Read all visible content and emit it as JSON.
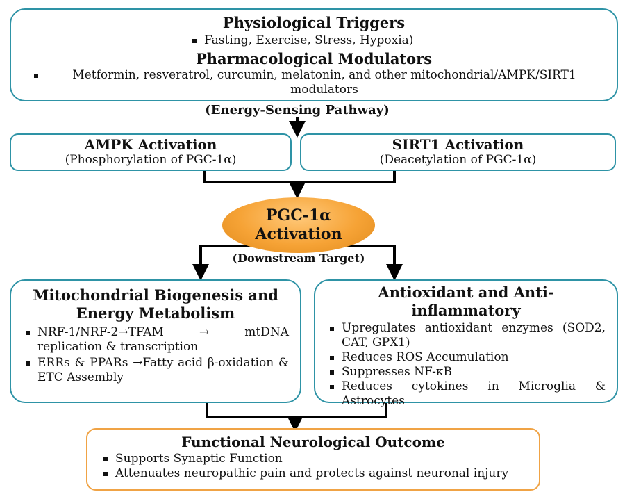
{
  "triggers": {
    "title": "Physiological Triggers",
    "items": [
      "Fasting, Exercise, Stress, Hypoxia)"
    ],
    "mod_title": "Pharmacological Modulators",
    "mod_items": [
      "Metformin, resveratrol, curcumin, melatonin, and other mitochondrial/AMPK/SIRT1 modulators"
    ]
  },
  "pathway_label": "(Energy-Sensing Pathway)",
  "ampk": {
    "title": "AMPK Activation",
    "subtitle": "(Phosphorylation of PGC-1α)"
  },
  "sirt1": {
    "title": "SIRT1 Activation",
    "subtitle": "(Deacetylation of PGC-1α)"
  },
  "pgc": {
    "line1": "PGC-1α",
    "line2": "Activation"
  },
  "downstream_label": "(Downstream Target)",
  "mito": {
    "title": "Mitochondrial Biogenesis and Energy Metabolism",
    "items": [
      "NRF-1/NRF-2→TFAM → mtDNA replication & transcription",
      "ERRs & PPARs →Fatty acid β-oxidation & ETC Assembly"
    ]
  },
  "antiox": {
    "title": "Antioxidant and Anti-inflammatory",
    "items": [
      "Upregulates antioxidant enzymes (SOD2, CAT, GPX1)",
      "Reduces ROS Accumulation",
      "Suppresses NF-κB",
      "Reduces cytokines in Microglia & Astrocytes"
    ]
  },
  "outcome": {
    "title": "Functional Neurological Outcome",
    "items": [
      "Supports Synaptic Function",
      "Attenuates neuropathic pain and protects against neuronal injury"
    ]
  },
  "colors": {
    "teal_border": "#2e93a6",
    "orange_border": "#f0a345",
    "ellipse_fill": "#f6a336",
    "connector": "#000000"
  }
}
